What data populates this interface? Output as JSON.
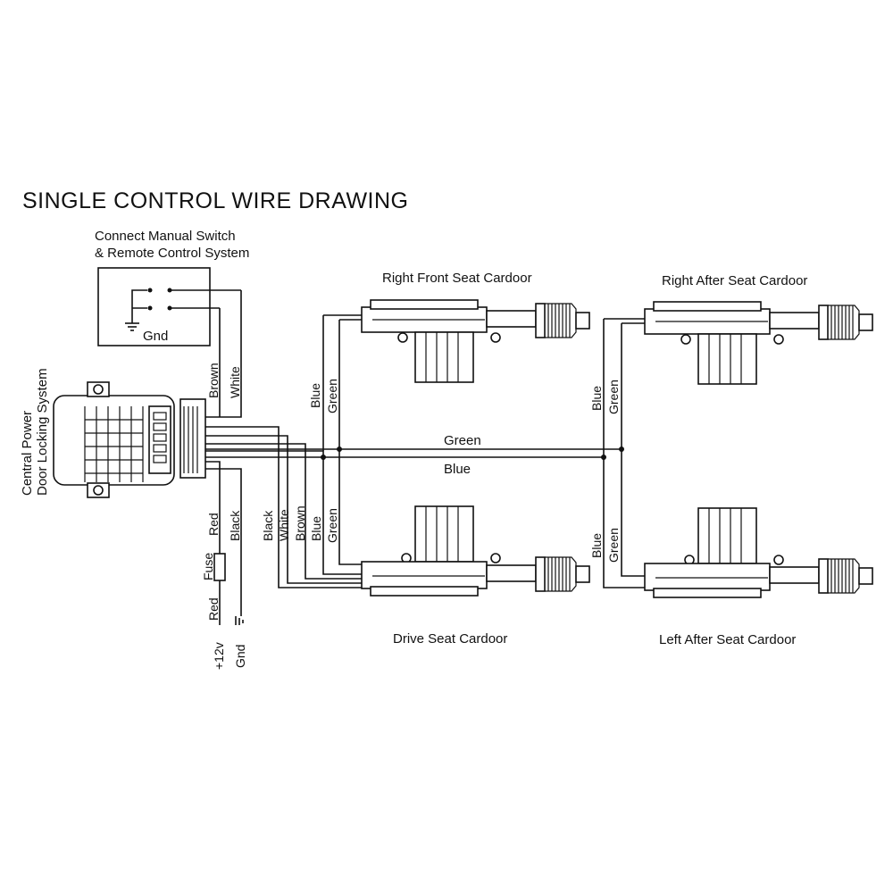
{
  "title": "SINGLE CONTROL WIRE DRAWING",
  "switch_box": {
    "label_line1": "Connect Manual Switch",
    "label_line2": "& Remote Control System",
    "gnd": "Gnd"
  },
  "control_unit": {
    "label_line1": "Central Power",
    "label_line2": "Door Locking System"
  },
  "actuators": {
    "right_front": "Right Front Seat Cardoor",
    "right_after": "Right After Seat Cardoor",
    "drive": "Drive Seat Cardoor",
    "left_after": "Left After Seat Cardoor"
  },
  "bus_wires": {
    "green": "Green",
    "blue": "Blue"
  },
  "wire_labels": {
    "brown": "Brown",
    "white": "White",
    "blue": "Blue",
    "green": "Green",
    "black": "Black",
    "red": "Red",
    "fuse": "Fuse",
    "plus12v": "+12v",
    "gnd": "Gnd"
  }
}
